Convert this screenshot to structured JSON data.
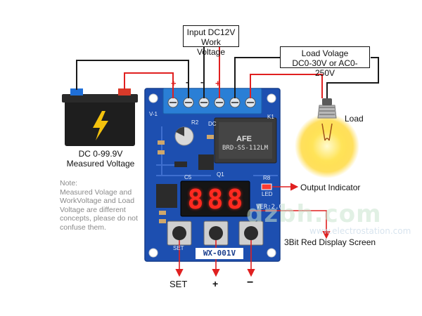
{
  "labels": {
    "input_box": [
      "Input DC12V",
      "Work Voltage"
    ],
    "load_box": [
      "Load Volage",
      "DC0-30V or AC0-250V"
    ],
    "load": "Load",
    "battery": [
      "DC 0-99.9V",
      "Measured Voltage"
    ],
    "output_indicator": "Output Indicator",
    "display": "3Bit Red Display Screen",
    "buttons": [
      "SET",
      "+",
      "−"
    ],
    "terminal_signs": [
      "+",
      "-",
      "-",
      "+"
    ],
    "note": [
      "Note:",
      "Measured Volage and",
      "WorkVoltage and Load",
      "Voltage are different",
      "concepts, please do not",
      "confuse them."
    ]
  },
  "board": {
    "model": "WX-001V",
    "version": "VER:2.0",
    "display_digits": [
      "8",
      "8",
      "8"
    ],
    "relay_text": [
      "AFE",
      "BRD-SS-112LM"
    ],
    "silk": [
      "V-1",
      "R2",
      "DC",
      "K1",
      "R8",
      "LED",
      "Q1",
      "C5",
      "SET"
    ]
  },
  "watermark": [
    "dzbh.com",
    "www.electrostation.com"
  ],
  "colors": {
    "wire_red": "#e02020",
    "wire_black": "#1a1a1a",
    "pcb_blue": "#1d4fb0",
    "terminal_blue": "#2a7fd6",
    "arrow_red": "#e02020",
    "note_gray": "#8a8a8a"
  },
  "icons": [
    "battery-icon",
    "lightning-icon",
    "light-bulb-icon"
  ]
}
